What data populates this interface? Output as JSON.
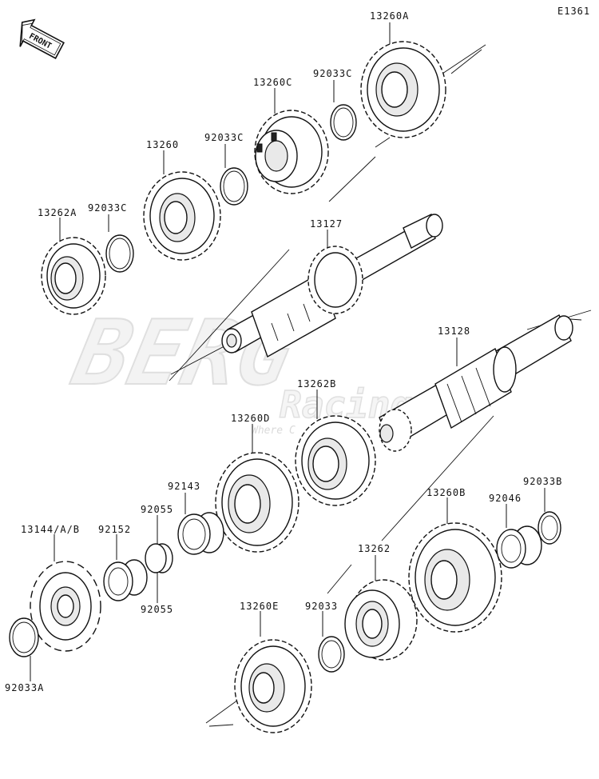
{
  "figure_code": "E1361",
  "front_label": "FRONT",
  "watermark": {
    "main": "BERG",
    "sub": "Racing",
    "tagline": "Where C"
  },
  "parts": [
    {
      "label": "13260A"
    },
    {
      "label": "92033C"
    },
    {
      "label": "13260C"
    },
    {
      "label": "92033C"
    },
    {
      "label": "13260"
    },
    {
      "label": "92033C"
    },
    {
      "label": "13262A"
    },
    {
      "label": "13127"
    },
    {
      "label": "13128"
    },
    {
      "label": "13262B"
    },
    {
      "label": "13260D"
    },
    {
      "label": "92143"
    },
    {
      "label": "92055"
    },
    {
      "label": "92055"
    },
    {
      "label": "13144/A/B"
    },
    {
      "label": "92152"
    },
    {
      "label": "92033A"
    },
    {
      "label": "13260B"
    },
    {
      "label": "92033B"
    },
    {
      "label": "92046"
    },
    {
      "label": "13262"
    },
    {
      "label": "92033"
    },
    {
      "label": "13260E"
    }
  ]
}
